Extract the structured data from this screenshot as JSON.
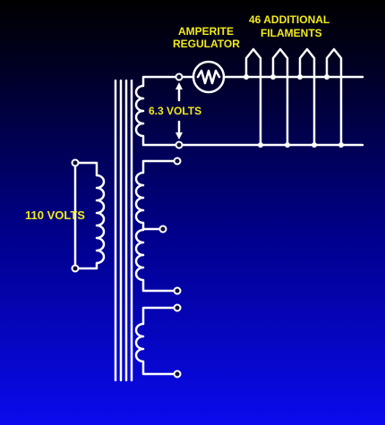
{
  "labels": {
    "amperite_line1": "AMPERITE",
    "amperite_line2": "REGULATOR",
    "filaments_line1": "46 ADDITIONAL",
    "filaments_line2": "FILAMENTS",
    "secondary_voltage": "6.3 VOLTS",
    "primary_voltage": "110 VOLTS"
  },
  "colors": {
    "label": "#f2ea1c",
    "wire": "#ffffff",
    "background_top": "#000000",
    "background_bottom": "#0a0aee"
  },
  "components": {
    "transformer": "transformer-core-icon",
    "regulator": "resistor-icon",
    "filaments": "filament-icon",
    "filament_count_shown": 4
  }
}
